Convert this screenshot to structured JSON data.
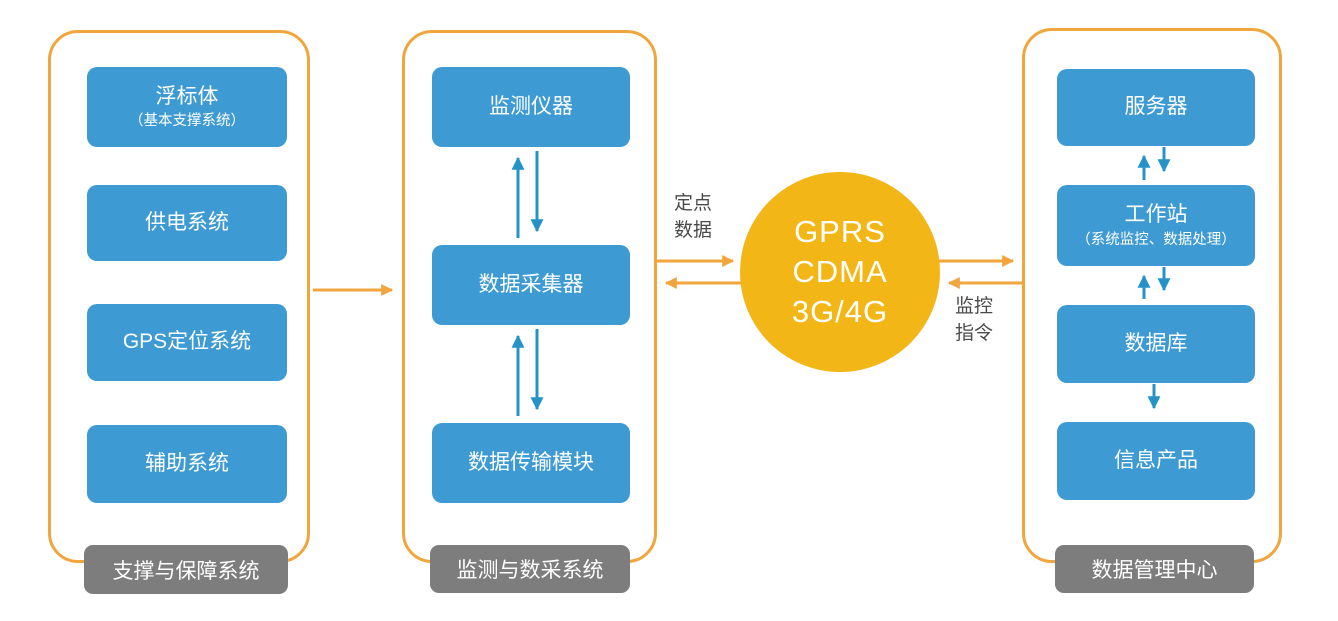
{
  "colors": {
    "box_blue": "#3D9AD3",
    "arrow_blue": "#2593C8",
    "outline_orange": "#F0A63C",
    "hub_gold": "#F2B616",
    "footer_gray": "#7D7D7D",
    "flow_label_text": "#4A4A4A"
  },
  "groups": [
    {
      "footer": "支撑与保障系统",
      "boxes": [
        {
          "label": "浮标体",
          "sublabel": "（基本支撑系统）"
        },
        {
          "label": "供电系统"
        },
        {
          "label": "GPS定位系统"
        },
        {
          "label": "辅助系统"
        }
      ]
    },
    {
      "footer": "监测与数采系统",
      "boxes": [
        {
          "label": "监测仪器"
        },
        {
          "label": "数据采集器"
        },
        {
          "label": "数据传输模块"
        }
      ]
    },
    {
      "footer": "数据管理中心",
      "boxes": [
        {
          "label": "服务器"
        },
        {
          "label": "工作站",
          "sublabel": "（系统监控、数据处理）"
        },
        {
          "label": "数据库"
        },
        {
          "label": "信息产品"
        }
      ]
    }
  ],
  "hub": {
    "lines": [
      "GPRS",
      "CDMA",
      "3G/4G"
    ]
  },
  "flow_labels": {
    "fixed_data": {
      "line1": "定点",
      "line2": "数据"
    },
    "monitor_cmd": {
      "line1": "监控",
      "line2": "指令"
    }
  }
}
